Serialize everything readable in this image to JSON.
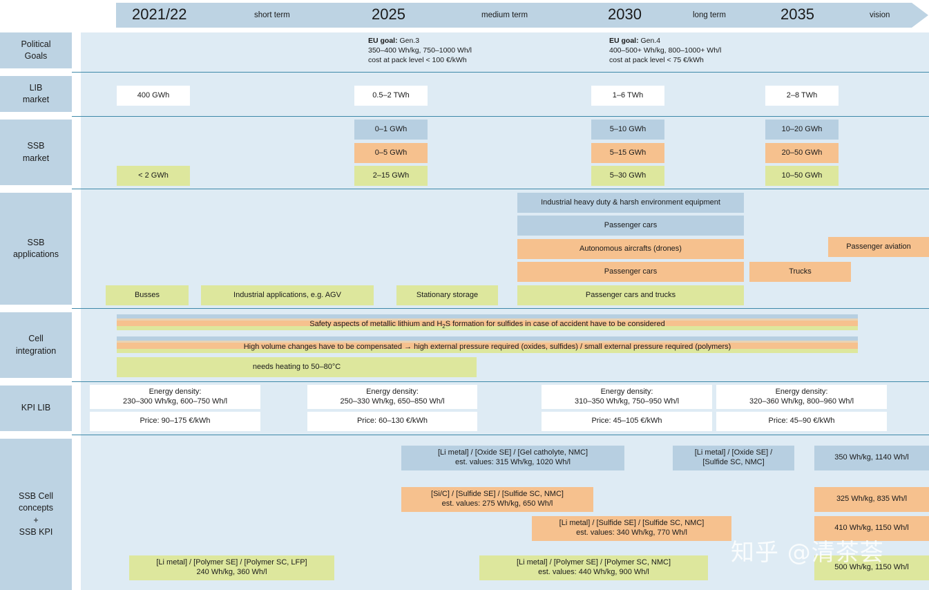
{
  "timeline": {
    "years": [
      "2021/22",
      "2025",
      "2030",
      "2035"
    ],
    "terms": [
      "short term",
      "medium term",
      "long term",
      "vision"
    ]
  },
  "rows": {
    "political_goals": "Political\nGoals",
    "lib_market": "LIB\nmarket",
    "ssb_market": "SSB\nmarket",
    "ssb_applications": "SSB\napplications",
    "cell_integration": "Cell\nintegration",
    "kpi_lib": "KPI LIB",
    "ssb_cell_concepts": "SSB Cell\nconcepts\n+\nSSB KPI"
  },
  "political_goals": {
    "y2025": {
      "title": "EU goal:",
      "gen": " Gen.3",
      "line1": "350–400 Wh/kg, 750–1000 Wh/l",
      "line2": "cost at pack level < 100 €/kWh"
    },
    "y2030": {
      "title": "EU goal:",
      "gen": " Gen.4",
      "line1": "400–500+ Wh/kg, 800–1000+ Wh/l",
      "line2": "cost at pack level < 75 €/kWh"
    }
  },
  "lib_market": [
    "400 GWh",
    "0.5–2 TWh",
    "1–6 TWh",
    "2–8 TWh"
  ],
  "ssb_market": {
    "y2021": "< 2 GWh",
    "y2025": [
      "0–1 GWh",
      "0–5 GWh",
      "2–15 GWh"
    ],
    "y2030": [
      "5–10 GWh",
      "5–15 GWh",
      "5–30 GWh"
    ],
    "y2035": [
      "10–20 GWh",
      "20–50 GWh",
      "10–50 GWh"
    ]
  },
  "ssb_applications": {
    "industrial_heavy": "Industrial heavy duty & harsh environment equipment",
    "passenger_cars_blue": "Passenger cars",
    "aircrafts": "Autonomous aircrafts (drones)",
    "passenger_cars_orange": "Passenger cars",
    "passenger_aviation": "Passenger aviation",
    "trucks": "Trucks",
    "busses": "Busses",
    "industrial_agv": "Industrial applications, e.g. AGV",
    "stationary": "Stationary storage",
    "cars_and_trucks": "Passenger cars and trucks"
  },
  "cell_integration": {
    "safety_pre": "Safety aspects of metallic lithium and H",
    "safety_sub": "2",
    "safety_post": "S formation for sulfides in case of accident have to be considered",
    "volume": "High volume changes have to be compensated → high external pressure required (oxides, sulfides) / small external pressure required (polymers)",
    "heating": "needs heating to 50–80°C"
  },
  "kpi_lib": [
    {
      "energy": "Energy density:\n230–300 Wh/kg, 600–750 Wh/l",
      "price": "Price: 90–175 €/kWh"
    },
    {
      "energy": "Energy density:\n250–330 Wh/kg, 650–850 Wh/l",
      "price": "Price: 60–130 €/kWh"
    },
    {
      "energy": "Energy density:\n310–350 Wh/kg, 750–950 Wh/l",
      "price": "Price: 45–105 €/kWh"
    },
    {
      "energy": "Energy density:\n320–360 Wh/kg, 800–960 Wh/l",
      "price": "Price: 45–90 €/kWh"
    }
  ],
  "ssb_cells": {
    "oxide_gel": "[Li metal] / [Oxide SE] / [Gel catholyte, NMC]\nest. values: 315 Wh/kg, 1020 Wh/l",
    "oxide_sulfide": "[Li metal] / [Oxide SE] /\n[Sulfide SC, NMC]",
    "blue_2035": "350 Wh/kg, 1140 Wh/l",
    "sic_sulfide": "[Si/C] / [Sulfide SE] / [Sulfide SC, NMC]\nest. values: 275 Wh/kg, 650 Wh/l",
    "orange_2035_a": "325 Wh/kg, 835 Wh/l",
    "li_sulfide": "[Li metal] / [Sulfide SE] / [Sulfide SC, NMC]\nest. values: 340 Wh/kg, 770 Wh/l",
    "orange_2035_b": "410 Wh/kg, 1150 Wh/l",
    "polymer_lfp": "[Li metal] / [Polymer SE] / [Polymer SC, LFP]\n240 Wh/kg, 360 Wh/l",
    "polymer_nmc": "[Li metal] / [Polymer SE] / [Polymer SC, NMC]\nest. values: 440 Wh/kg, 900 Wh/l",
    "green_2035": "500 Wh/kg, 1150 Wh/l"
  },
  "watermark": "知乎 @清茶荟",
  "colors": {
    "label_bg": "#bdd3e3",
    "panel_bg": "#deebf4",
    "blue": "#b7cfe1",
    "orange": "#f6c18e",
    "green": "#dde79d",
    "divider": "#3d88a8"
  }
}
